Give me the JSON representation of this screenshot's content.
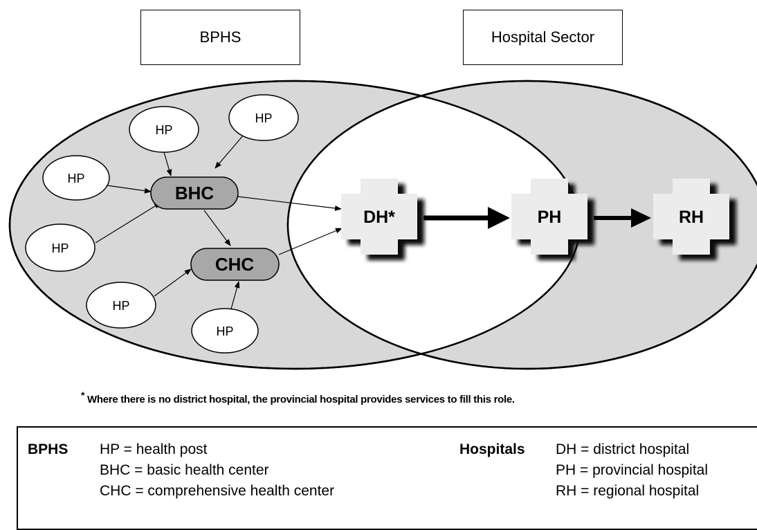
{
  "headers": {
    "bphs": "BPHS",
    "hospital": "Hospital Sector"
  },
  "nodes": {
    "hp": "HP",
    "bhc": "BHC",
    "chc": "CHC",
    "dh": "DH*",
    "ph": "PH",
    "rh": "RH"
  },
  "footnote": {
    "star": "*",
    "text": "Where there is no district hospital, the provincial hospital provides services to fill this role."
  },
  "legend": {
    "bphs": {
      "key": "BPHS",
      "lines": [
        "HP = health post",
        "BHC = basic health center",
        "CHC = comprehensive health center"
      ]
    },
    "hospitals": {
      "key": "Hospitals",
      "lines": [
        "DH = district hospital",
        "PH = provincial hospital",
        "RH = regional hospital"
      ]
    }
  },
  "colors": {
    "ellipse_fill": "#d8d8d8",
    "pill_fill": "#a8a8a8",
    "cross_fill": "#ececec",
    "shadow": "#111111"
  }
}
